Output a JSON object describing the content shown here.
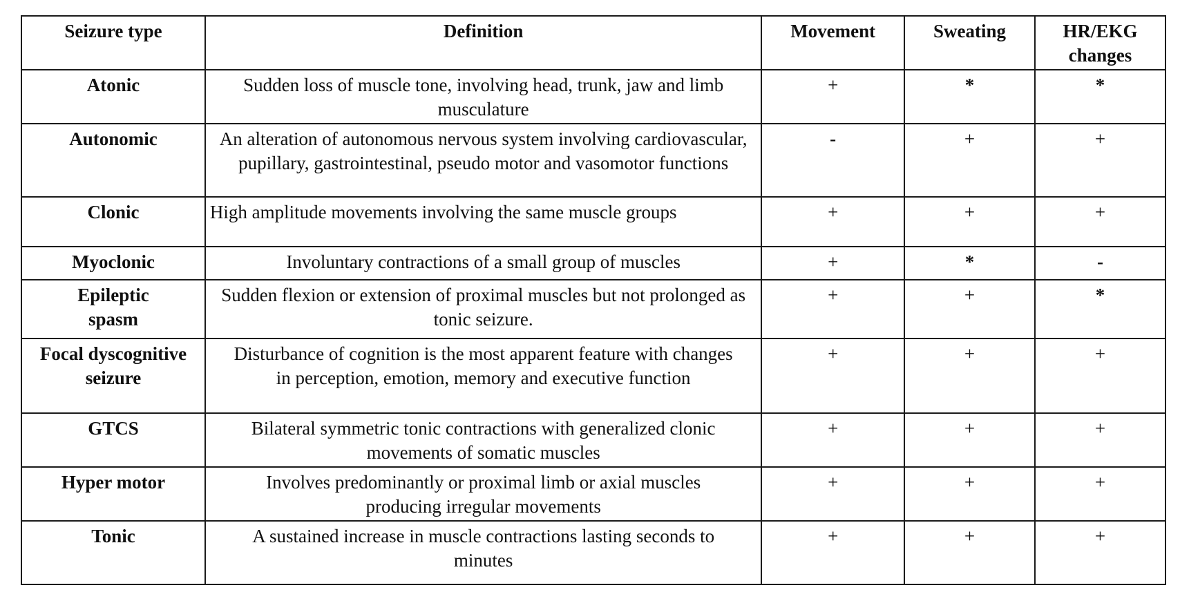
{
  "table": {
    "headers": {
      "seizure_type": "Seizure type",
      "definition": "Definition",
      "movement": "Movement",
      "sweating": "Sweating",
      "hr_ekg": "HR/EKG changes"
    },
    "rows": [
      {
        "type": "Atonic",
        "definition": "Sudden loss of muscle tone, involving head, trunk, jaw and limb musculature",
        "movement": "+",
        "sweating": "*",
        "hr_ekg": "*"
      },
      {
        "type": "Autonomic",
        "definition": "An alteration of autonomous nervous system involving cardiovascular, pupillary, gastrointestinal, pseudo motor and vasomotor functions",
        "movement": "-",
        "sweating": "+",
        "hr_ekg": "+"
      },
      {
        "type": "Clonic",
        "definition": "High amplitude movements involving the same muscle groups",
        "movement": "+",
        "sweating": "+",
        "hr_ekg": "+"
      },
      {
        "type": "Myoclonic",
        "definition": "Involuntary contractions of a small group of muscles",
        "movement": "+",
        "sweating": "*",
        "hr_ekg": "-"
      },
      {
        "type": "Epileptic spasm",
        "definition": "Sudden flexion or extension of proximal muscles but not prolonged as tonic seizure.",
        "movement": "+",
        "sweating": "+",
        "hr_ekg": "*"
      },
      {
        "type": "Focal dyscognitive seizure",
        "definition": "Disturbance of cognition is the most apparent feature with changes in perception, emotion, memory and executive function",
        "movement": "+",
        "sweating": "+",
        "hr_ekg": "+"
      },
      {
        "type": "GTCS",
        "definition": "Bilateral symmetric tonic contractions with generalized clonic movements of somatic muscles",
        "movement": "+",
        "sweating": "+",
        "hr_ekg": "+"
      },
      {
        "type": "Hyper motor",
        "definition": "Involves predominantly or proximal limb or axial muscles producing irregular movements",
        "movement": "+",
        "sweating": "+",
        "hr_ekg": "+"
      },
      {
        "type": "Tonic",
        "definition": "A sustained increase in muscle contractions lasting seconds to minutes",
        "movement": "+",
        "sweating": "+",
        "hr_ekg": "+"
      }
    ]
  }
}
